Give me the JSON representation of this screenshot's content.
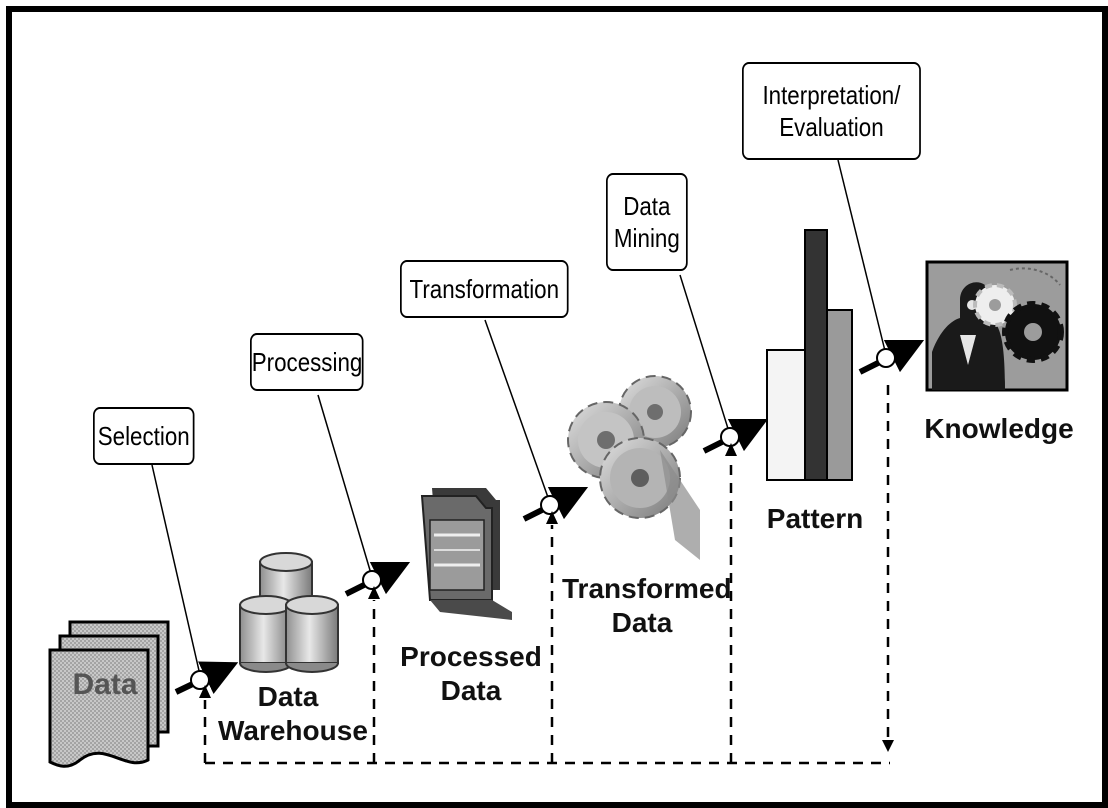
{
  "steps": {
    "selection": "Selection",
    "processing": "Processing",
    "transformation": "Transformation",
    "data_mining_line1": "Data",
    "data_mining_line2": "Mining",
    "interpretation_line1": "Interpretation/",
    "interpretation_line2": "Evaluation"
  },
  "stages": {
    "data": "Data",
    "warehouse_line1": "Data",
    "warehouse_line2": "Warehouse",
    "processed_line1": "Processed",
    "processed_line2": "Data",
    "transformed_line1": "Transformed",
    "transformed_line2": "Data",
    "pattern": "Pattern",
    "knowledge": "Knowledge"
  },
  "colors": {
    "ink": "#000000",
    "dark_gray": "#333333",
    "mid_gray": "#9a9a9a",
    "light_gray": "#d9d9d9"
  }
}
